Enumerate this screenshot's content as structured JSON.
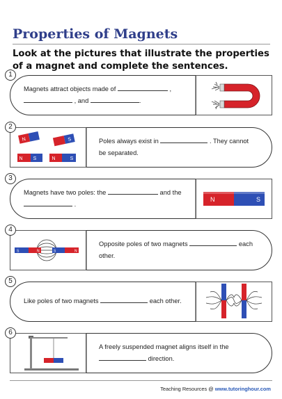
{
  "title": "Properties of Magnets",
  "instructions": "Look at the pictures that illustrate the properties of a magnet and complete the sentences.",
  "items": [
    {
      "number": "1",
      "text_a": "Magnets attract objects made of",
      "text_b": ",",
      "text_c": ", and",
      "text_d": "."
    },
    {
      "number": "2",
      "text_a": "Poles always exist in",
      "text_b": ". They cannot",
      "text_c": "be separated.",
      "magnet_labels": {
        "N": "N",
        "S": "S"
      }
    },
    {
      "number": "3",
      "text_a": "Magnets have two poles: the",
      "text_b": "and the",
      "text_c": ".",
      "magnet_labels": {
        "N": "N",
        "S": "S"
      }
    },
    {
      "number": "4",
      "text_a": "Opposite poles of two magnets",
      "text_b": "each",
      "text_c": "other.",
      "magnet_labels": {
        "N": "N",
        "S": "S"
      }
    },
    {
      "number": "5",
      "text_a": "Like poles of two magnets",
      "text_b": "each other."
    },
    {
      "number": "6",
      "text_a": "A freely suspended magnet aligns itself in the",
      "text_b": "direction."
    }
  ],
  "footer": {
    "label": "Teaching Resources @",
    "url": "www.tutoringhour.com"
  },
  "colors": {
    "north": "#d6232a",
    "south": "#2e4fb5",
    "title": "#2f3e8a"
  }
}
